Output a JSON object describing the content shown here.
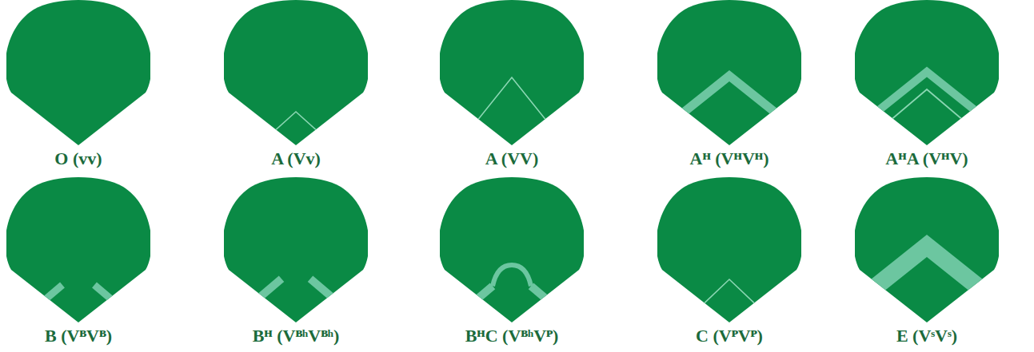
{
  "diagram": {
    "nodes": [
      {
        "text": [
          "O (vv)"
        ]
      },
      {
        "text": [
          "A (Vv)"
        ]
      },
      {
        "text": [
          "A (VV)"
        ]
      },
      {
        "text": [
          "Aᴴ (VᴴVᴴ)"
        ]
      },
      {
        "text": [
          "AᴴA (VᴴV)"
        ]
      },
      {
        "text": [
          "B (VᴮVᴮ)"
        ]
      },
      {
        "text": [
          "Bᴴ (VᴮʰVᴮʰ)"
        ]
      },
      {
        "text": [
          "BᴴC (VᴮʰVᴾ)"
        ]
      },
      {
        "text": [
          "C (VᴾVᴾ)"
        ]
      },
      {
        "text": [
          "E (VˢVˢ)"
        ]
      }
    ]
  }
}
